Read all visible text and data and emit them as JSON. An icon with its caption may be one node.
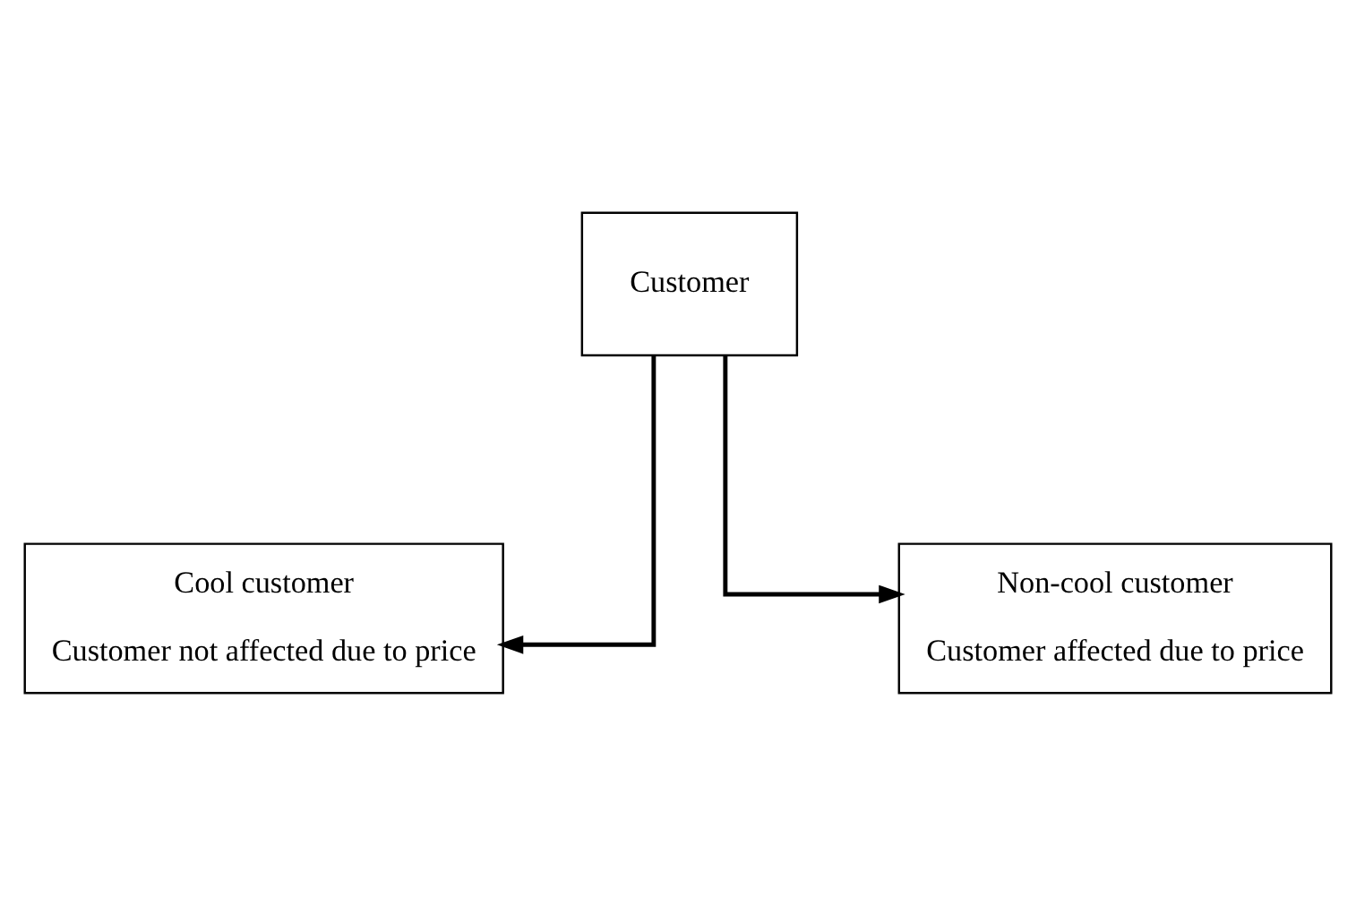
{
  "diagram": {
    "nodes": [
      {
        "text": [
          "Customer"
        ]
      },
      {
        "text": [
          "Cool customer",
          "Customer not affected due to price"
        ]
      },
      {
        "text": [
          "Non-cool customer",
          "Customer affected due to price"
        ]
      }
    ],
    "edges": [
      {
        "from": 0,
        "to": 1,
        "arrow": "to"
      },
      {
        "from": 0,
        "to": 2,
        "arrow": "to"
      }
    ]
  }
}
